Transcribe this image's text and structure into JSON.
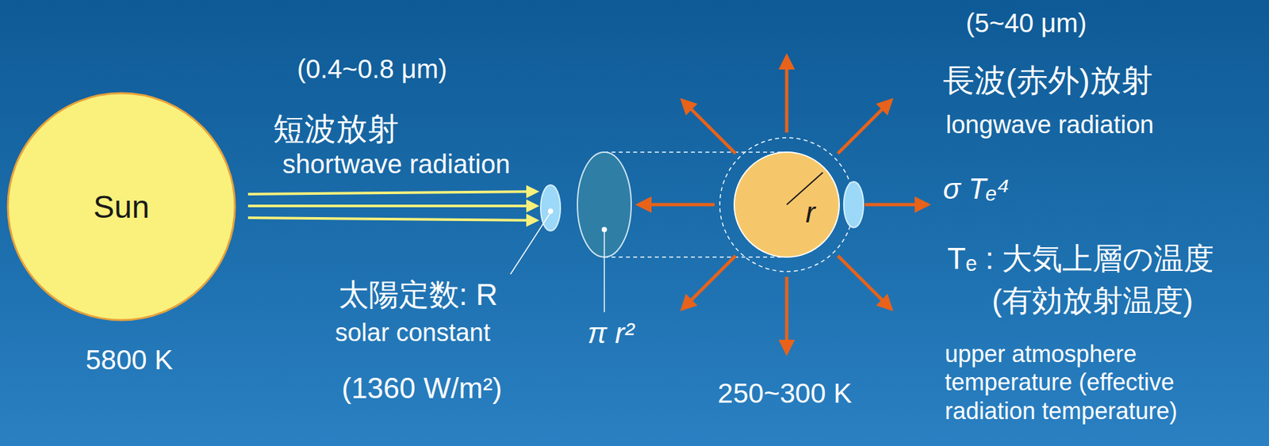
{
  "diagram": {
    "nodes": [
      {
        "text": [
          "Sun"
        ]
      },
      {
        "text": [
          "r"
        ]
      }
    ],
    "labels": [
      "(0.4~0.8 μm)",
      "短波放射",
      "shortwave radiation",
      "太陽定数: R",
      "solar constant",
      "(1360 W/m²)",
      "5800 K",
      "π r²",
      "250~300 K",
      "(5~40 μm)",
      "長波(赤外)放射",
      "longwave radiation",
      "σ Tₑ⁴",
      "Tₑ : 大気上層の温度",
      "(有効放射温度)",
      "upper atmosphere temperature (effective radiation temperature)"
    ]
  }
}
